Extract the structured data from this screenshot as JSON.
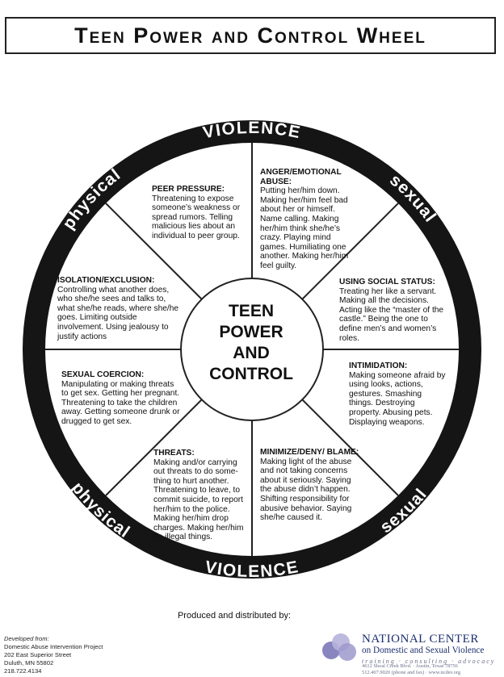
{
  "title": "Teen Power and Control Wheel",
  "rim": {
    "top": "VIOLENCE",
    "bottom": "VIOLENCE",
    "upper_left": "physical",
    "upper_right": "sexual",
    "lower_left": "physical",
    "lower_right": "sexual"
  },
  "center": {
    "line1": "TEEN",
    "line2": "POWER",
    "line3": "AND",
    "line4": "CONTROL"
  },
  "sections": {
    "peer_pressure": {
      "heading": "PEER PRESSURE:",
      "text": "Threatening to expose someone’s weakness or spread rumors. Telling malicious lies about an individual to peer group."
    },
    "anger": {
      "heading": "ANGER/EMOTIONAL ABUSE:",
      "text": "Putting her/him down. Making her/him feel bad about her or himself. Name calling. Making her/him think she/he’s crazy. Playing mind games. Humiliating one another. Making her/him feel guilty."
    },
    "isolation": {
      "heading": "ISOLATION/EXCLUSION:",
      "text": "Controlling what another does, who she/he sees and talks to, what she/he reads, where she/he goes. Limiting outside involvement. Using jealousy to justify actions"
    },
    "social_status": {
      "heading": "USING SOCIAL STATUS:",
      "text": "Treating her like a servant. Making all the decisions. Acting like the “master of the castle.” Being the one to define men’s and women’s roles."
    },
    "sexual_coercion": {
      "heading": "SEXUAL COERCION:",
      "text": "Manipulating or making threats to get sex. Getting her pregnant. Threatening to take the children away. Getting someone drunk or drugged to get sex."
    },
    "intimidation": {
      "heading": "INTIMIDATION:",
      "text": "Making someone afraid by using looks, actions, gestures. Smashing things. Destroying property. Abusing pets. Displaying weapons."
    },
    "threats": {
      "heading": "THREATS:",
      "text": "Making and/or carrying out threats to do some-thing to hurt another. Threatening to leave, to commit suicide, to report her/him to the police. Making her/him drop charges. Making her/him do illegal things."
    },
    "minimize": {
      "heading": "MINIMIZE/DENY/ BLAME:",
      "text": "Making light of the abuse and not taking concerns about it seriously. Saying the abuse didn’t happen. Shifting responsibility for abusive behavior. Saying she/he caused it."
    }
  },
  "footer": {
    "produced": "Produced and distributed by:",
    "developed_label": "Developed from:",
    "developed_lines": [
      "Domestic Abuse Intervention Project",
      "202 East Superior Street",
      "Duluth, MN 55802",
      "218.722.4134"
    ],
    "org_name": "NATIONAL CENTER",
    "org_sub": "on Domestic and Sexual Violence",
    "org_tagline": "training · consulting · advocacy",
    "org_address": "4612 Shoal Creek Blvd. · Austin, Texas 78756",
    "org_contact": "512.407.9020 (phone and fax) · www.ncdsv.org"
  },
  "colors": {
    "rim": "#151515",
    "rim_text": "#ffffff",
    "logo_purple": "#7b78b8",
    "logo_lavender": "#b6b3dc",
    "org_navy": "#1c2f6e"
  }
}
